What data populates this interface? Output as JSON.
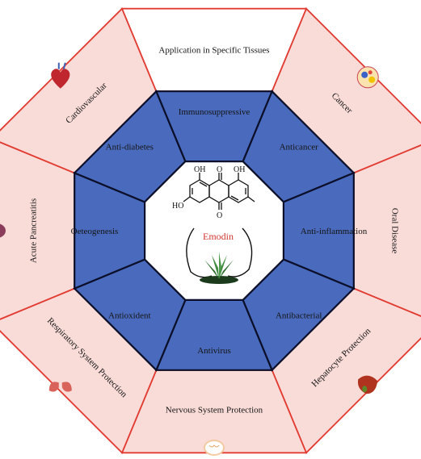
{
  "colors": {
    "outer_fill": "#f9dcd8",
    "outer_highlight_fill": "#ffffff",
    "outer_stroke": "#e23b32",
    "inner_fill": "#4a6bbd",
    "inner_highlight": "#6a8ad3",
    "inner_stroke": "#0b0f2a",
    "center_fill": "#ffffff",
    "label_dark": "#141414",
    "label_center": "#d3362f"
  },
  "outer_segments": [
    {
      "label": "Cancer",
      "icon": "cancer-cell-icon"
    },
    {
      "label": "Oral Disease",
      "icon": "open-mouth-icon"
    },
    {
      "label": "Hepatocyte Protection",
      "icon": "liver-icon"
    },
    {
      "label": "Nervous System Protection",
      "icon": "brain-icon"
    },
    {
      "label": "Respiratory System Protection",
      "icon": "lungs-icon"
    },
    {
      "label": "Acute Pancreatitis",
      "icon": "pancreas-icon"
    },
    {
      "label": "Cardiovascular",
      "icon": "heart-icon"
    },
    {
      "label": "Application in Specific Tissues",
      "icon": ""
    }
  ],
  "inner_segments": [
    {
      "label": "Anticancer"
    },
    {
      "label": "Anti-inflammation"
    },
    {
      "label": "Antibacterial"
    },
    {
      "label": "Antivirus"
    },
    {
      "label": "Antioxident"
    },
    {
      "label": "Oeteogenesis"
    },
    {
      "label": "Anti-diabetes"
    },
    {
      "label": "Immunosuppressive"
    }
  ],
  "center": {
    "compound": "Emodin",
    "atoms": {
      "oh_left": "OH",
      "o_top": "O",
      "oh_right": "OH",
      "ho": "HO",
      "o_bottom": "O"
    },
    "plant_icon": "rhubarb-plant-icon"
  }
}
